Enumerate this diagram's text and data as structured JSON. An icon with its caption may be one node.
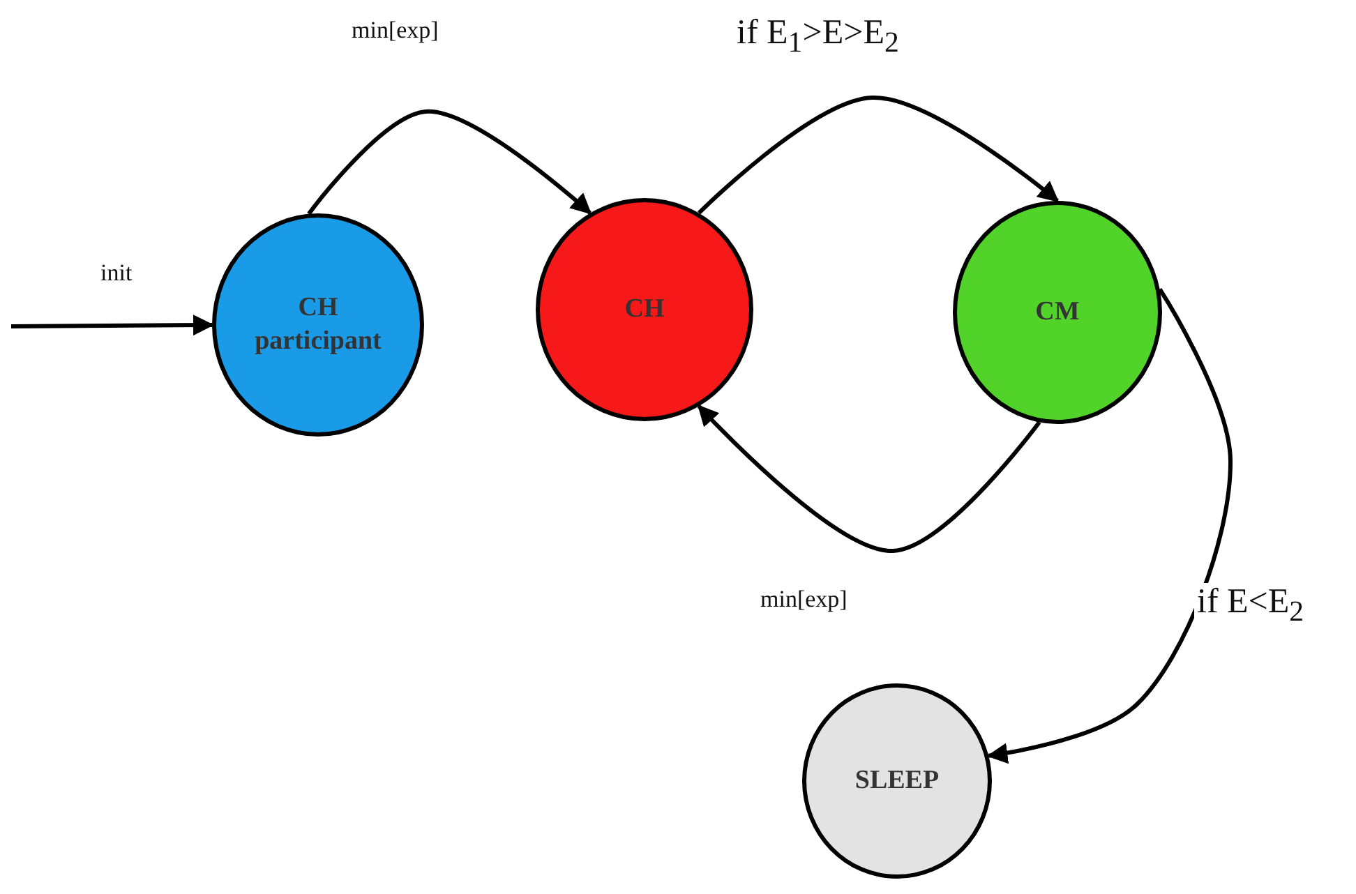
{
  "diagram": {
    "nodes": [
      {
        "text": [
          "CH participant"
        ]
      },
      {
        "text": [
          "CH"
        ]
      },
      {
        "text": [
          "CM"
        ]
      },
      {
        "text": [
          "SLEEP"
        ]
      }
    ],
    "edges": [
      {
        "from": null,
        "to": 0,
        "arrow": "to",
        "label": "init"
      },
      {
        "from": 0,
        "to": 1,
        "arrow": "to",
        "label": "min[exp]"
      },
      {
        "from": 1,
        "to": 2,
        "arrow": "to",
        "label": "if  E$_{1}$>E>E$_{2}$"
      },
      {
        "from": 2,
        "to": 1,
        "arrow": "to",
        "label": "min[exp]"
      },
      {
        "from": 2,
        "to": 3,
        "arrow": "to",
        "label": "if E<E$_{2}$"
      }
    ]
  }
}
